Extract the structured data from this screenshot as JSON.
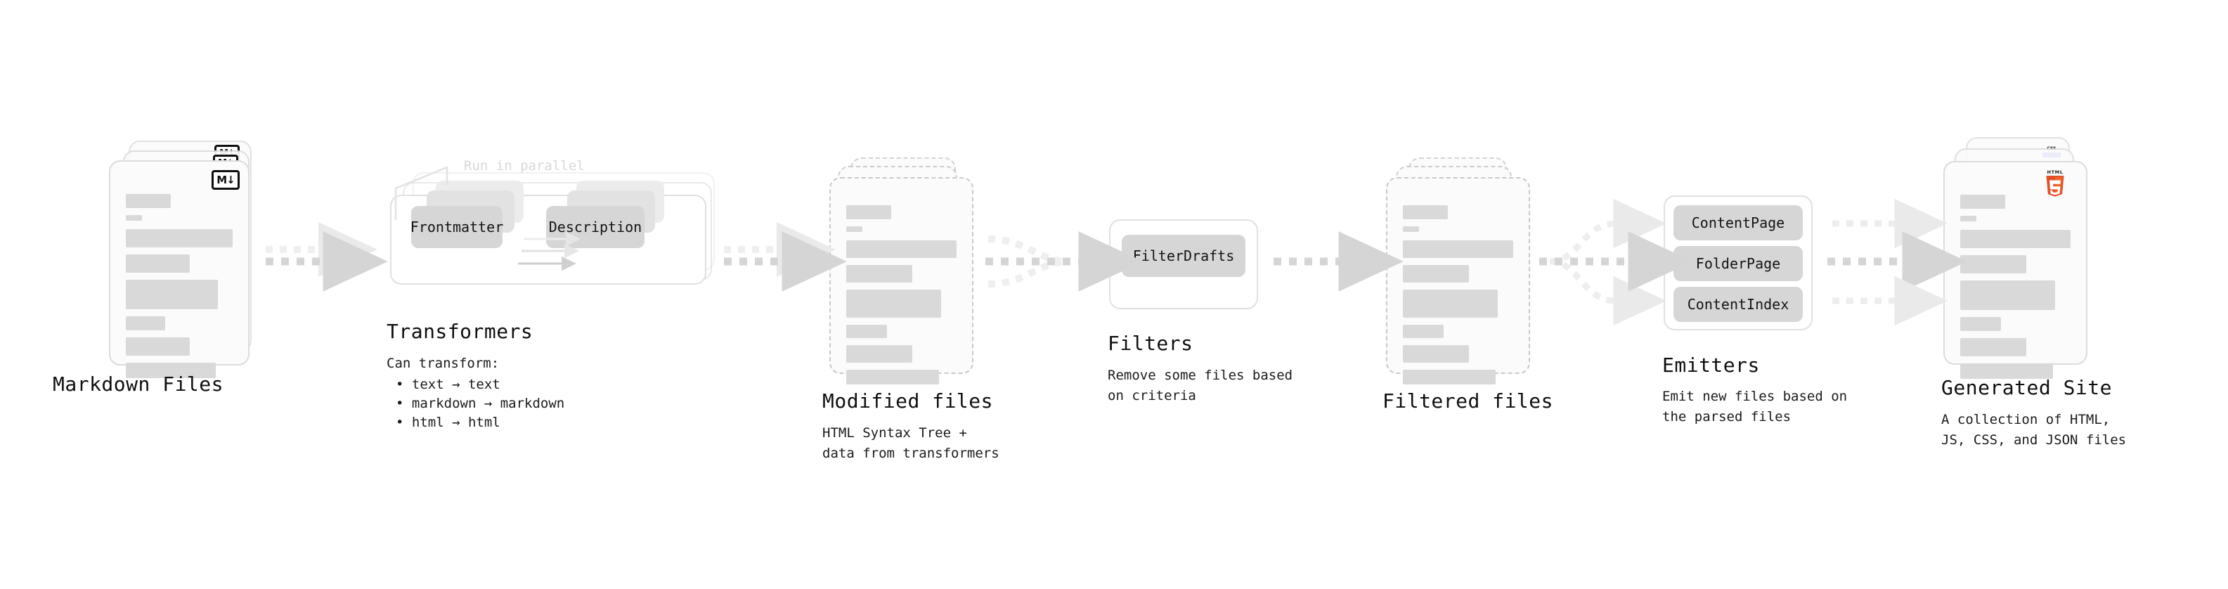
{
  "diagram": {
    "type": "pipeline",
    "title_font": "monospace",
    "colors": {
      "card_border": "#dcdcdc",
      "card_dashed_border": "#c9c9c9",
      "card_fill": "#fbfbfb",
      "bar_fill": "#d9d9d9",
      "chip_fill": "#d6d6d6",
      "group_border": "#e0e0e0",
      "arrow": "#d5d5d5",
      "note_text": "#d8d8d8",
      "text": "#0f0f0f",
      "html5_orange": "#e34f26",
      "js_yellow": "#f7df1e",
      "css_blue": "#264de4"
    }
  },
  "stages": [
    {
      "id": "markdown-files",
      "title": "Markdown Files",
      "description": "",
      "kind": "document-stack",
      "badge": "markdown-badge",
      "badge_label": "M↓",
      "stack_count": 3
    },
    {
      "id": "transformers",
      "title": "Transformers",
      "description": "Can transform:",
      "kind": "group",
      "note": "Run in parallel",
      "bullets": [
        "• text → text",
        "• markdown → markdown",
        "• html → html"
      ],
      "chips": [
        "Frontmatter",
        "Description"
      ],
      "stack_count": 3
    },
    {
      "id": "modified-files",
      "title": "Modified files",
      "description": "HTML Syntax Tree +\ndata from transformers",
      "kind": "document-stack-dashed",
      "stack_count": 2
    },
    {
      "id": "filters",
      "title": "Filters",
      "description": "Remove some files based\non criteria",
      "kind": "group",
      "chips": [
        "FilterDrafts"
      ],
      "stack_count": 1
    },
    {
      "id": "filtered-files",
      "title": "Filtered files",
      "description": "",
      "kind": "document-stack-dashed",
      "stack_count": 2
    },
    {
      "id": "emitters",
      "title": "Emitters",
      "description": "Emit new files based on\nthe parsed files",
      "kind": "group",
      "chips": [
        "ContentPage",
        "FolderPage",
        "ContentIndex"
      ],
      "stack_count": 1
    },
    {
      "id": "generated-site",
      "title": "Generated Site",
      "description": "A collection of HTML,\nJS, CSS, and JSON files",
      "kind": "document-stack",
      "badge": "html5-badge",
      "badge_label": "HTML5",
      "badges_extra": [
        "js-badge",
        "css-badge"
      ],
      "css_badge_label": "CSS",
      "stack_count": 3
    }
  ],
  "connectors": [
    {
      "id": "conn-md-to-transformers",
      "from": "markdown-files",
      "to": "transformers",
      "style": "dashed-converging"
    },
    {
      "id": "conn-transformers-to-modified",
      "from": "transformers",
      "to": "modified-files",
      "style": "dashed-converging"
    },
    {
      "id": "conn-modified-to-filters",
      "from": "modified-files",
      "to": "filters",
      "style": "dashed-merging"
    },
    {
      "id": "conn-filters-to-filtered",
      "from": "filters",
      "to": "filtered-files",
      "style": "dashed-single"
    },
    {
      "id": "conn-filtered-to-emitters",
      "from": "filtered-files",
      "to": "emitters",
      "style": "dashed-fan-out"
    },
    {
      "id": "conn-emitters-to-site",
      "from": "emitters",
      "to": "generated-site",
      "style": "dashed-triple"
    },
    {
      "id": "conn-frontmatter-to-description",
      "from": "Frontmatter",
      "to": "Description",
      "style": "solid-triple"
    }
  ]
}
